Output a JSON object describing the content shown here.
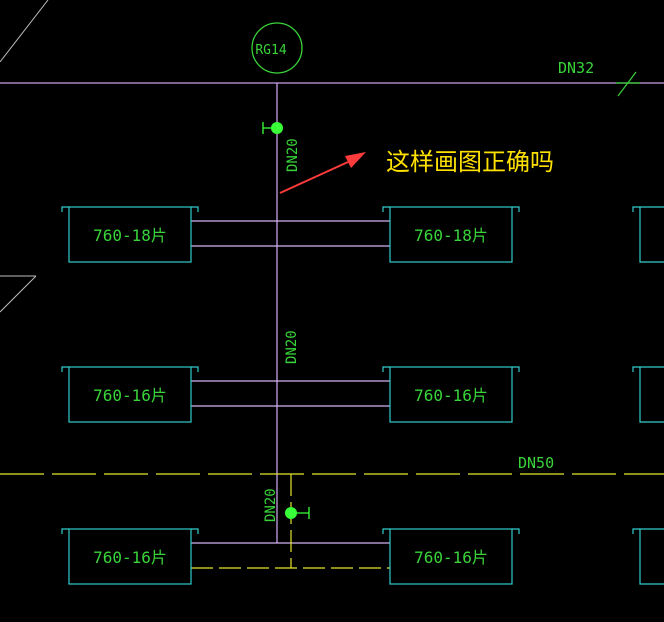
{
  "colors": {
    "background": "#000000",
    "pipe": "#c8a0e8",
    "pipe_branch": "#d2b4f0",
    "radiator": "#33cccc",
    "label_green": "#39d439",
    "bubble": "#39d439",
    "valve": "#39ff39",
    "dash_line": "#e6e62e",
    "note_yellow": "#ffe100",
    "arrow_red": "#ff3b3b",
    "diagonal": "#bdbdbd"
  },
  "riser_tag": "RG14",
  "main_pipe_label": "DN32",
  "return_pipe_label": "DN50",
  "riser_labels": [
    "DN20",
    "DN20",
    "DN20"
  ],
  "question_note": "这样画图正确吗",
  "radiators": {
    "row1_left": "760-18片",
    "row1_right": "760-18片",
    "row2_left": "760-16片",
    "row2_right": "760-16片",
    "row3_left": "760-16片",
    "row3_right": "760-16片"
  },
  "icons": {
    "valve_top": "valve-icon",
    "valve_bottom": "valve-icon",
    "break_mark": "break-mark-icon",
    "arrow": "red-arrow-icon"
  }
}
